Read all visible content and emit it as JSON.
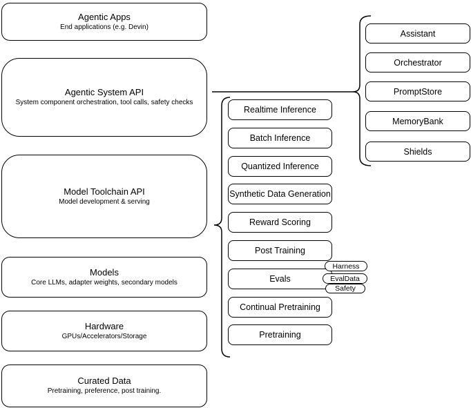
{
  "diagram": {
    "stack_layers": [
      {
        "title": "Agentic Apps",
        "subtitle": "End applications (e.g. Devin)"
      },
      {
        "title": "Agentic System API",
        "subtitle": "System component orchestration, tool calls, safety checks"
      },
      {
        "title": "Model Toolchain API",
        "subtitle": "Model development & serving"
      },
      {
        "title": "Models",
        "subtitle": "Core LLMs, adapter weights, secondary models"
      },
      {
        "title": "Hardware",
        "subtitle": "GPUs/Accelerators/Storage"
      },
      {
        "title": "Curated Data",
        "subtitle": "Pretraining, preference, post training."
      }
    ],
    "toolchain_components": [
      "Realtime Inference",
      "Batch Inference",
      "Quantized Inference",
      "Synthetic Data Generation",
      "Reward Scoring",
      "Post Training",
      "Evals",
      "Continual Pretraining",
      "Pretraining"
    ],
    "evals_tags": [
      "Harness",
      "EvalData",
      "Safety"
    ],
    "system_components": [
      "Assistant",
      "Orchestrator",
      "PromptStore",
      "MemoryBank",
      "Shields"
    ],
    "colors": {
      "stroke": "#000000",
      "fill": "#ffffff",
      "background": "#ffffff",
      "text": "#000000"
    }
  }
}
